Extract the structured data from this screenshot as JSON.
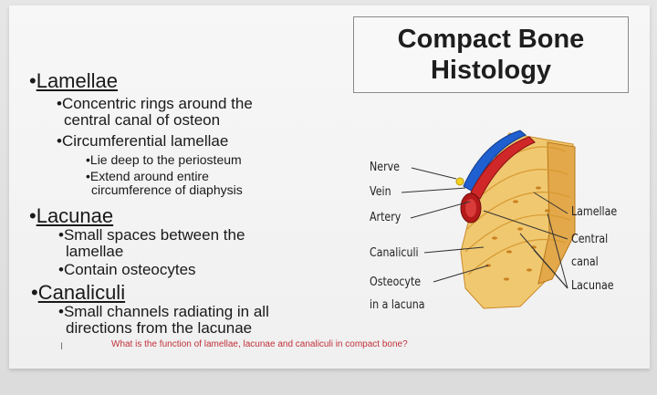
{
  "slide": {
    "title_line1": "Compact Bone",
    "title_line2": "Histology",
    "outline": [
      {
        "level": 1,
        "bullet": "•",
        "text": "Lamellae"
      },
      {
        "level": 2,
        "bullet": "•",
        "text": "Concentric rings around the"
      },
      {
        "level": 2,
        "bullet": "",
        "text": "central canal of osteon"
      },
      {
        "level": 2,
        "bullet": "•",
        "text": "Circumferential lamellae"
      },
      {
        "level": 3,
        "bullet": "•",
        "text": "Lie deep to the periosteum"
      },
      {
        "level": 3,
        "bullet": "•",
        "text": "Extend around entire"
      },
      {
        "level": 3,
        "bullet": "",
        "text": "circumference of diaphysis"
      },
      {
        "level": 1,
        "bullet": "•",
        "text": "Lacunae"
      },
      {
        "level": 2,
        "bullet": "•",
        "text": "Small spaces between the"
      },
      {
        "level": 2,
        "bullet": "",
        "text": "lamellae"
      },
      {
        "level": 2,
        "bullet": "•",
        "text": "Contain osteocytes"
      },
      {
        "level": 1,
        "bullet": "•",
        "text": "Canaliculi"
      },
      {
        "level": 2,
        "bullet": "•",
        "text": "Small channels radiating in all"
      },
      {
        "level": 2,
        "bullet": "",
        "text": "directions from the lacunae"
      }
    ],
    "question": "What is the function of lamellae, lacunae and canaliculi in compact bone?",
    "cursor_glyph": "I"
  },
  "diagram": {
    "left_labels": [
      "Nerve",
      "Vein",
      "Artery",
      "Canaliculi",
      "Osteocyte",
      "in a lacuna"
    ],
    "right_labels": [
      "Lamellae",
      "Central",
      "canal",
      "Lacunae"
    ],
    "colors": {
      "bone": "#f0c870",
      "bone_dark": "#d79a30",
      "artery": "#d02828",
      "vein": "#1f5fcf",
      "nerve": "#f4d21e"
    }
  }
}
